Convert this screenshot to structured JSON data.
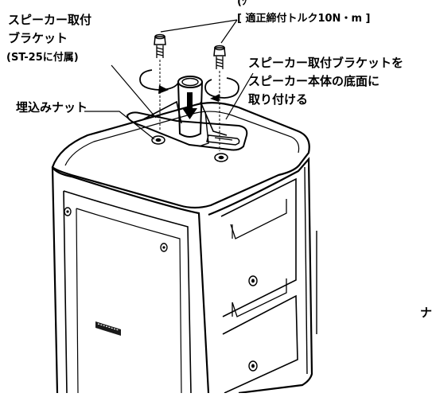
{
  "labels": {
    "bracket_name": [
      "スピーカー取付",
      "ブラケット"
    ],
    "bracket_note": "(ST-25に付属)",
    "torque_top_partial": "(ﾂ",
    "torque_note": "[ 適正締付トルク10N・m ]",
    "instruction": [
      "スピーカー取付ブラケットを",
      "スピーカー本体の底面に",
      "取り付ける"
    ],
    "embedded_nut": "埋込みナット",
    "edge_char": "ナ"
  },
  "icons": {
    "screw": "screw-icon",
    "rotation": "rotation-arrow-icon",
    "down_arrow": "down-arrow-icon"
  },
  "colors": {
    "line": "#000000",
    "background": "#ffffff",
    "logo_plate": "#1a1a1a"
  }
}
